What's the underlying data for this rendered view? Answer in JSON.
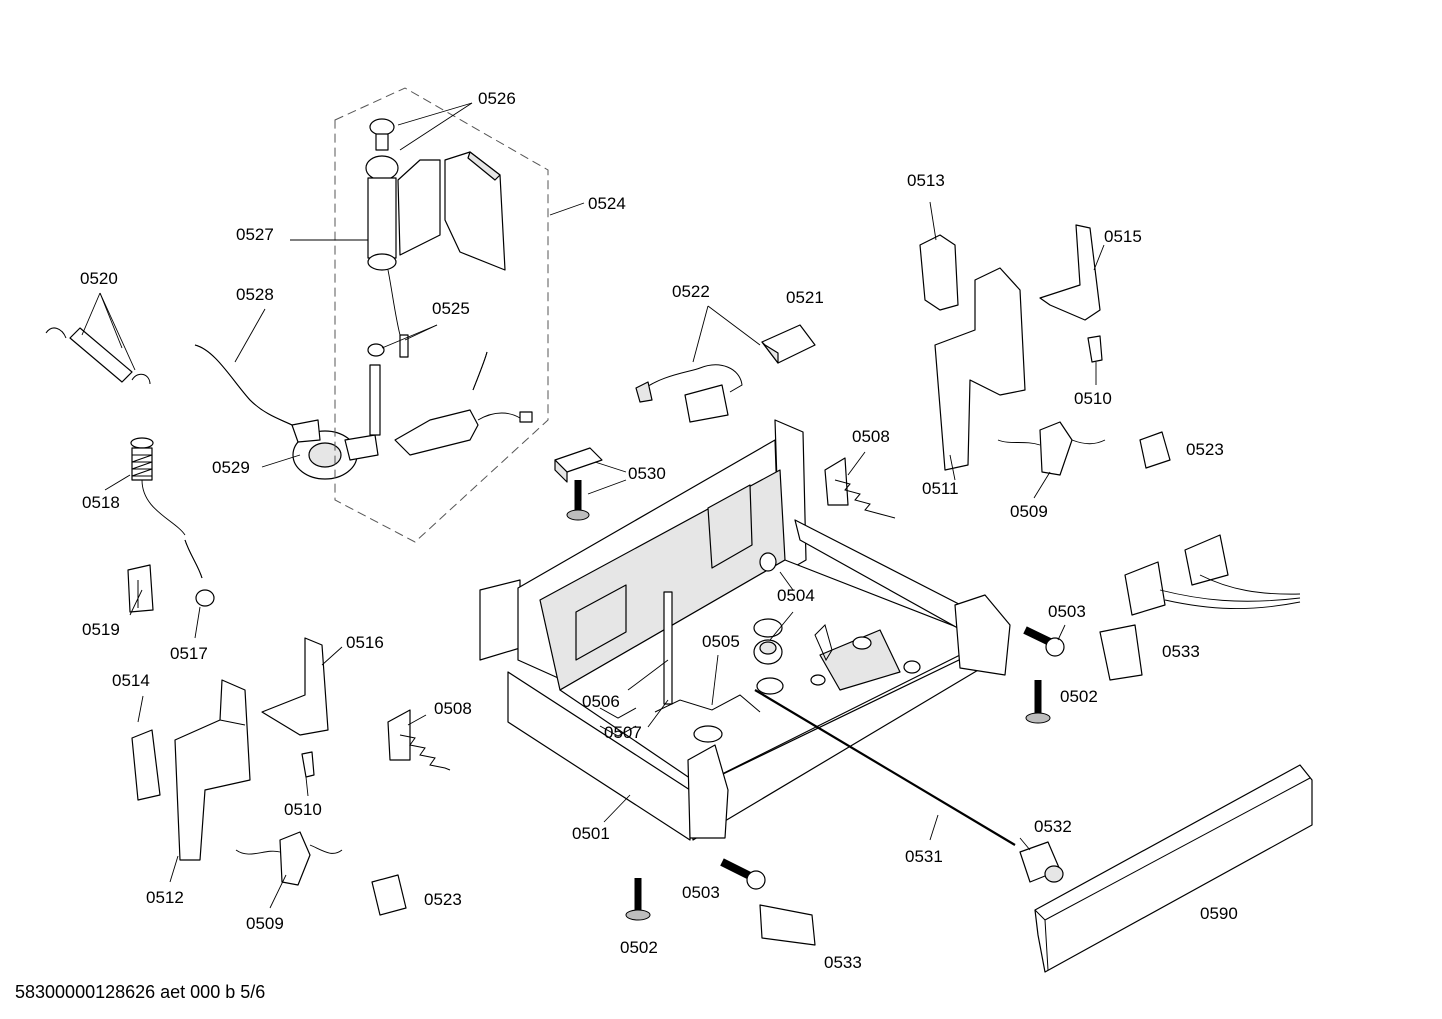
{
  "footer_code": "58300000128626 aet 000 b 5/6",
  "callouts": {
    "c0501": "0501",
    "c0502a": "0502",
    "c0502b": "0502",
    "c0503a": "0503",
    "c0503b": "0503",
    "c0504": "0504",
    "c0505": "0505",
    "c0506": "0506",
    "c0507": "0507",
    "c0508a": "0508",
    "c0508b": "0508",
    "c0509a": "0509",
    "c0509b": "0509",
    "c0510a": "0510",
    "c0510b": "0510",
    "c0511": "0511",
    "c0512": "0512",
    "c0513": "0513",
    "c0514": "0514",
    "c0515": "0515",
    "c0516": "0516",
    "c0517": "0517",
    "c0518": "0518",
    "c0519": "0519",
    "c0520": "0520",
    "c0521": "0521",
    "c0522": "0522",
    "c0523a": "0523",
    "c0523b": "0523",
    "c0524": "0524",
    "c0525": "0525",
    "c0526": "0526",
    "c0527": "0527",
    "c0528": "0528",
    "c0529": "0529",
    "c0530": "0530",
    "c0531": "0531",
    "c0532": "0532",
    "c0533a": "0533",
    "c0533b": "0533",
    "c0590": "0590"
  }
}
